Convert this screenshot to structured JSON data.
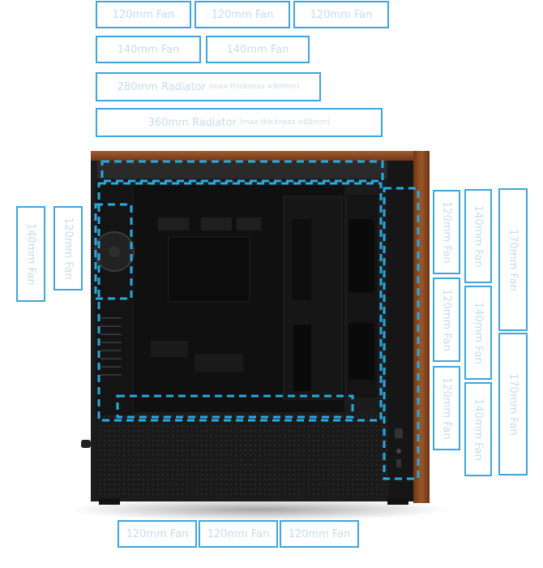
{
  "labels": {
    "top_fan_1": "120mm Fan",
    "top_fan_2": "120mm Fan",
    "top_fan_3": "120mm Fan",
    "top_fan_140_1": "140mm Fan",
    "top_fan_140_2": "140mm Fan",
    "rad_280": "280mm Radiator",
    "rad_280_note": "(max thickness <60mm)",
    "rad_360": "360mm Radiator",
    "rad_360_note": "(max thickness <65mm)",
    "rear_fan_140": "140mm Fan",
    "rear_fan_120": "120mm Fan",
    "front_120_1": "120mm Fan",
    "front_120_2": "120mm Fan",
    "front_120_3": "120mm Fan",
    "front_140_1": "140mm Fan",
    "front_140_2": "140mm Fan",
    "front_140_3": "140mm Fan",
    "front_170_1": "170mm Fan",
    "front_170_2": "170mm Fan",
    "bottom_fan_1": "120mm Fan",
    "bottom_fan_2": "120mm Fan",
    "bottom_fan_3": "120mm Fan"
  },
  "colors": {
    "accent": "#2aa9e0",
    "wood": "#8a4a22",
    "case_body": "#1c1c1c"
  }
}
